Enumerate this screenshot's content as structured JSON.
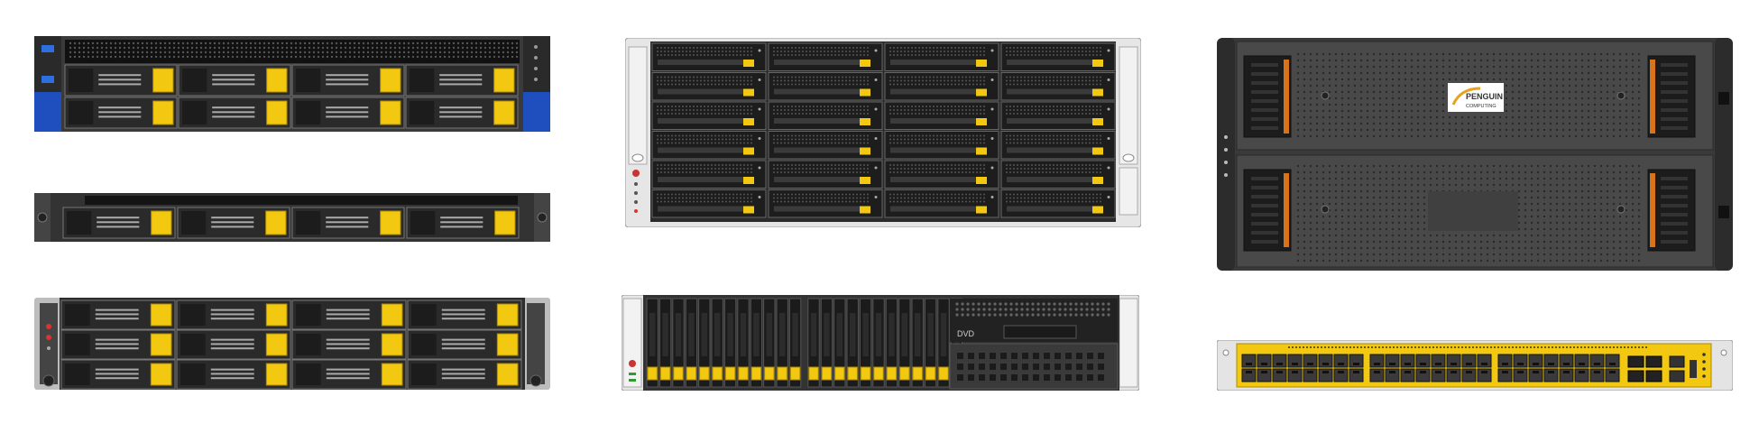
{
  "devices": [
    {
      "id": "server-2u-blue"
    },
    {
      "id": "server-1u-4bay"
    },
    {
      "id": "server-2u-12bay"
    },
    {
      "id": "storage-4u-24bay"
    },
    {
      "id": "server-2u-24sff"
    },
    {
      "id": "jbod-4u",
      "logo_line1": "PENGUIN",
      "logo_line2": "COMPUTING"
    },
    {
      "id": "switch-1u-48port"
    }
  ],
  "optical_label": "DVD",
  "colors": {
    "chassis": "#3d3d3d",
    "chassis_dark": "#262626",
    "bezel": "#4a4a4a",
    "accent_yellow": "#f2c811",
    "accent_blue": "#1f4fbf",
    "accent_orange": "#d9731b",
    "silver": "#e2e2e2"
  }
}
